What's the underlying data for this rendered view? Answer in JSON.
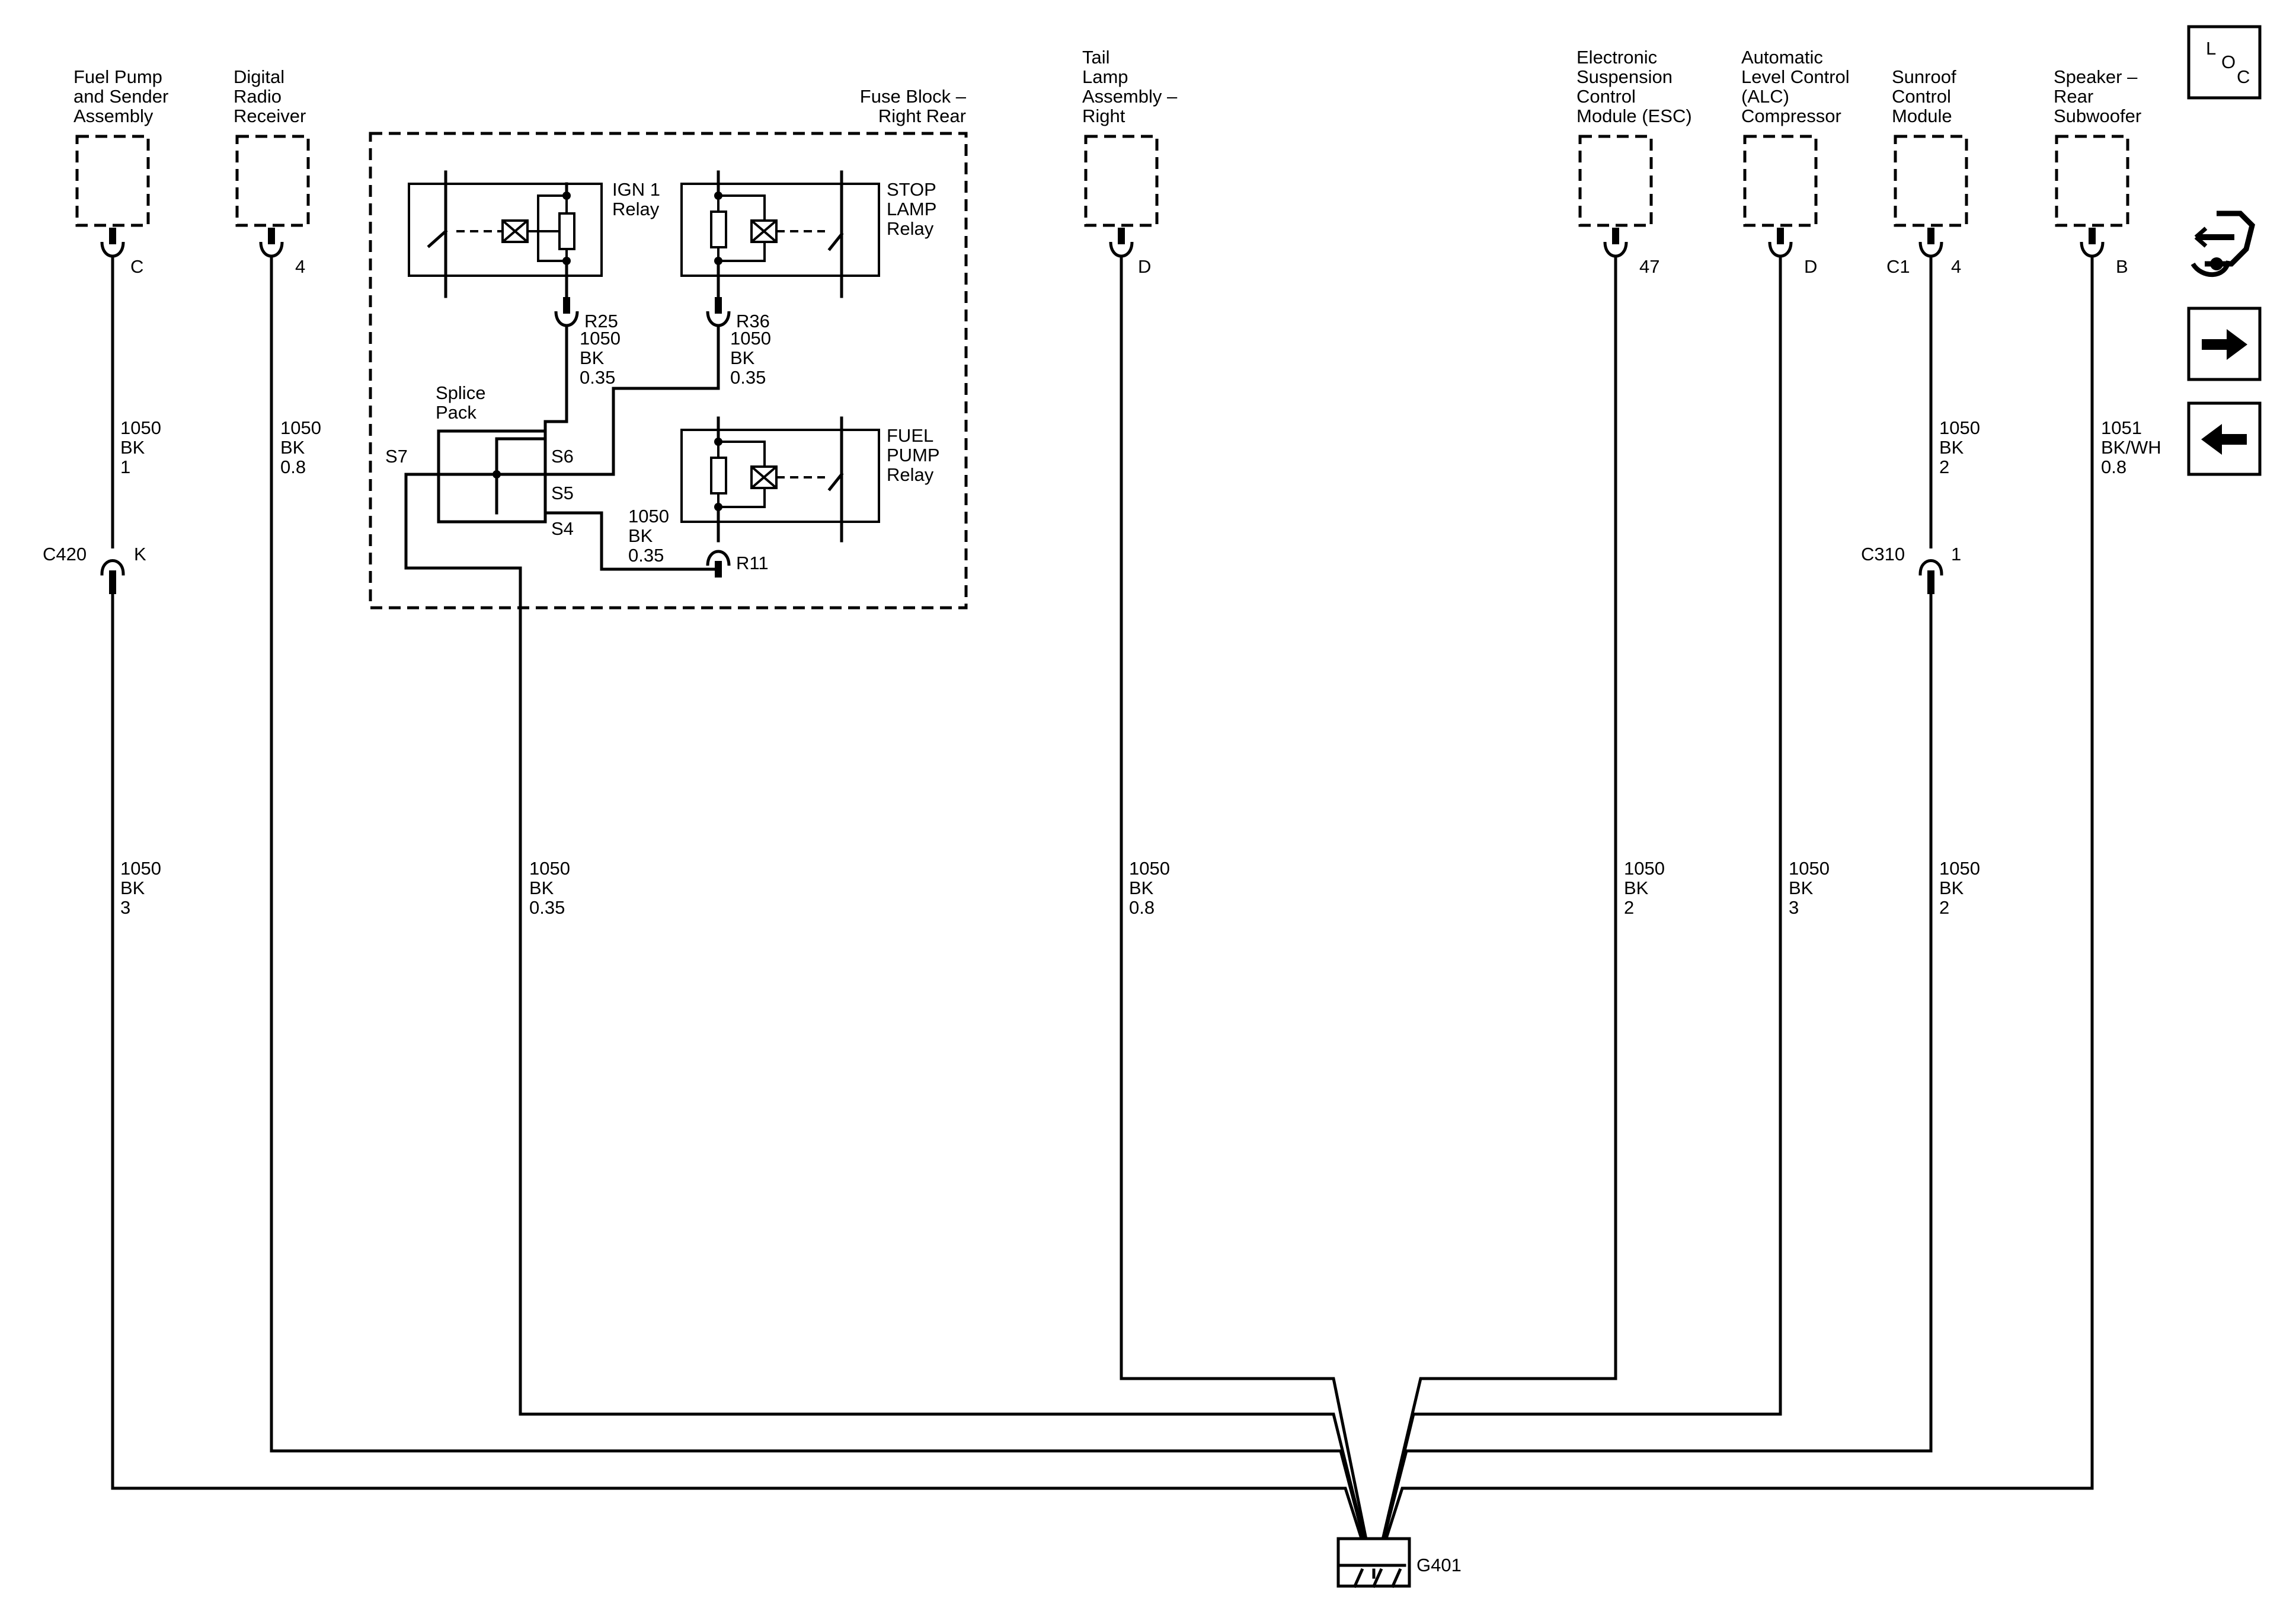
{
  "components": {
    "fuel_pump": [
      "Fuel Pump",
      "and Sender",
      "Assembly"
    ],
    "digital_radio": [
      "Digital",
      "Radio",
      "Receiver"
    ],
    "fuse_block": [
      "Fuse Block –",
      "Right Rear"
    ],
    "tail_lamp": [
      "Tail",
      "Lamp",
      "Assembly –",
      "Right"
    ],
    "esc": [
      "Electronic",
      "Suspension",
      "Control",
      "Module (ESC)"
    ],
    "alc": [
      "Automatic",
      "Level Control",
      "(ALC)",
      "Compressor"
    ],
    "sunroof": [
      "Sunroof",
      "Control",
      "Module"
    ],
    "speaker": [
      "Speaker –",
      "Rear",
      "Subwoofer"
    ]
  },
  "relays": {
    "ign1": [
      "IGN 1",
      "Relay"
    ],
    "stop_lamp": [
      "STOP",
      "LAMP",
      "Relay"
    ],
    "fuel_pump": [
      "FUEL",
      "PUMP",
      "Relay"
    ]
  },
  "splice_pack": [
    "Splice",
    "Pack"
  ],
  "pins": {
    "fuel_pump": "C",
    "digital_radio": "4",
    "tail_lamp": "D",
    "esc": "47",
    "alc": "D",
    "sunroof_c": "C1",
    "sunroof_p": "4",
    "speaker": "B",
    "r25": "R25",
    "r36": "R36",
    "r11": "R11",
    "s4": "S4",
    "s5": "S5",
    "s6": "S6",
    "s7": "S7"
  },
  "inline_connectors": {
    "c420": "C420",
    "c420_pin": "K",
    "c310": "C310",
    "c310_pin": "1"
  },
  "wires": {
    "fuel_upper": [
      "1050",
      "BK",
      "1"
    ],
    "fuel_lower": [
      "1050",
      "BK",
      "3"
    ],
    "radio": [
      "1050",
      "BK",
      "0.8"
    ],
    "r25": [
      "1050",
      "BK",
      "0.35"
    ],
    "r36": [
      "1050",
      "BK",
      "0.35"
    ],
    "r11": [
      "1050",
      "BK",
      "0.35"
    ],
    "s7": [
      "1050",
      "BK",
      "0.35"
    ],
    "tail": [
      "1050",
      "BK",
      "0.8"
    ],
    "esc": [
      "1050",
      "BK",
      "2"
    ],
    "alc": [
      "1050",
      "BK",
      "3"
    ],
    "sunroof_upper": [
      "1050",
      "BK",
      "2"
    ],
    "sunroof_lower": [
      "1050",
      "BK",
      "2"
    ],
    "speaker": [
      "1051",
      "BK/WH",
      "0.8"
    ]
  },
  "ground": "G401",
  "side_nav": {
    "loc": [
      "L",
      "O",
      "C"
    ],
    "icons": [
      "connector-harness-icon",
      "next-arrow-icon",
      "previous-arrow-icon"
    ]
  }
}
